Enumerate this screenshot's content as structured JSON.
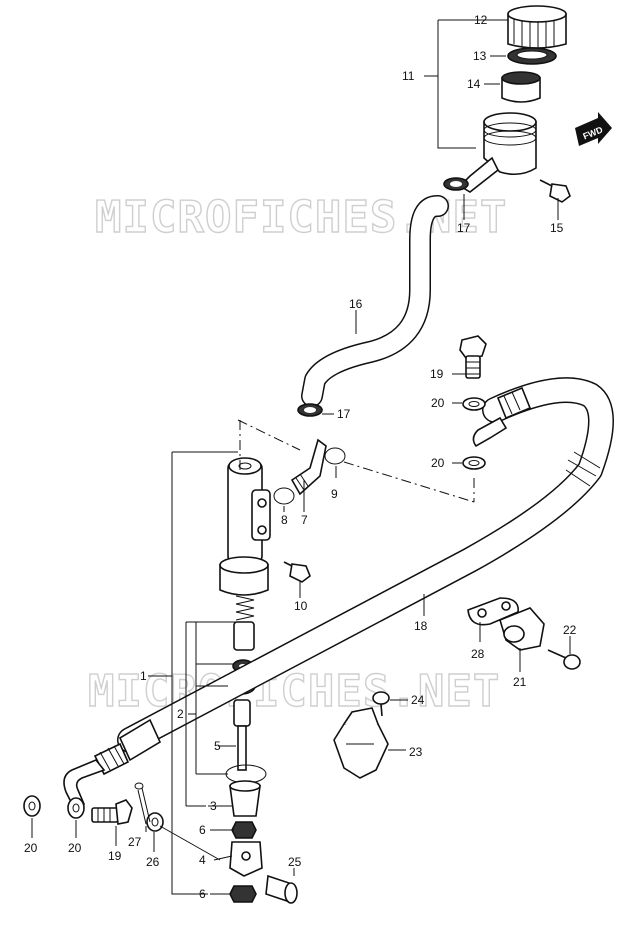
{
  "watermark": "MICROFICHES.NET",
  "fwd_label": "FWD",
  "callouts": {
    "c1": "1",
    "c2": "2",
    "c3": "3",
    "c4": "4",
    "c5": "5",
    "c6a": "6",
    "c6b": "6",
    "c7": "7",
    "c8": "8",
    "c9": "9",
    "c10": "10",
    "c11": "11",
    "c12": "12",
    "c13": "13",
    "c14": "14",
    "c15": "15",
    "c16": "16",
    "c17a": "17",
    "c17b": "17",
    "c18": "18",
    "c19a": "19",
    "c19b": "19",
    "c20a": "20",
    "c20b": "20",
    "c20c": "20",
    "c20d": "20",
    "c21": "21",
    "c22": "22",
    "c23": "23",
    "c24": "24",
    "c25": "25",
    "c26": "26",
    "c27": "27",
    "c28": "28"
  }
}
